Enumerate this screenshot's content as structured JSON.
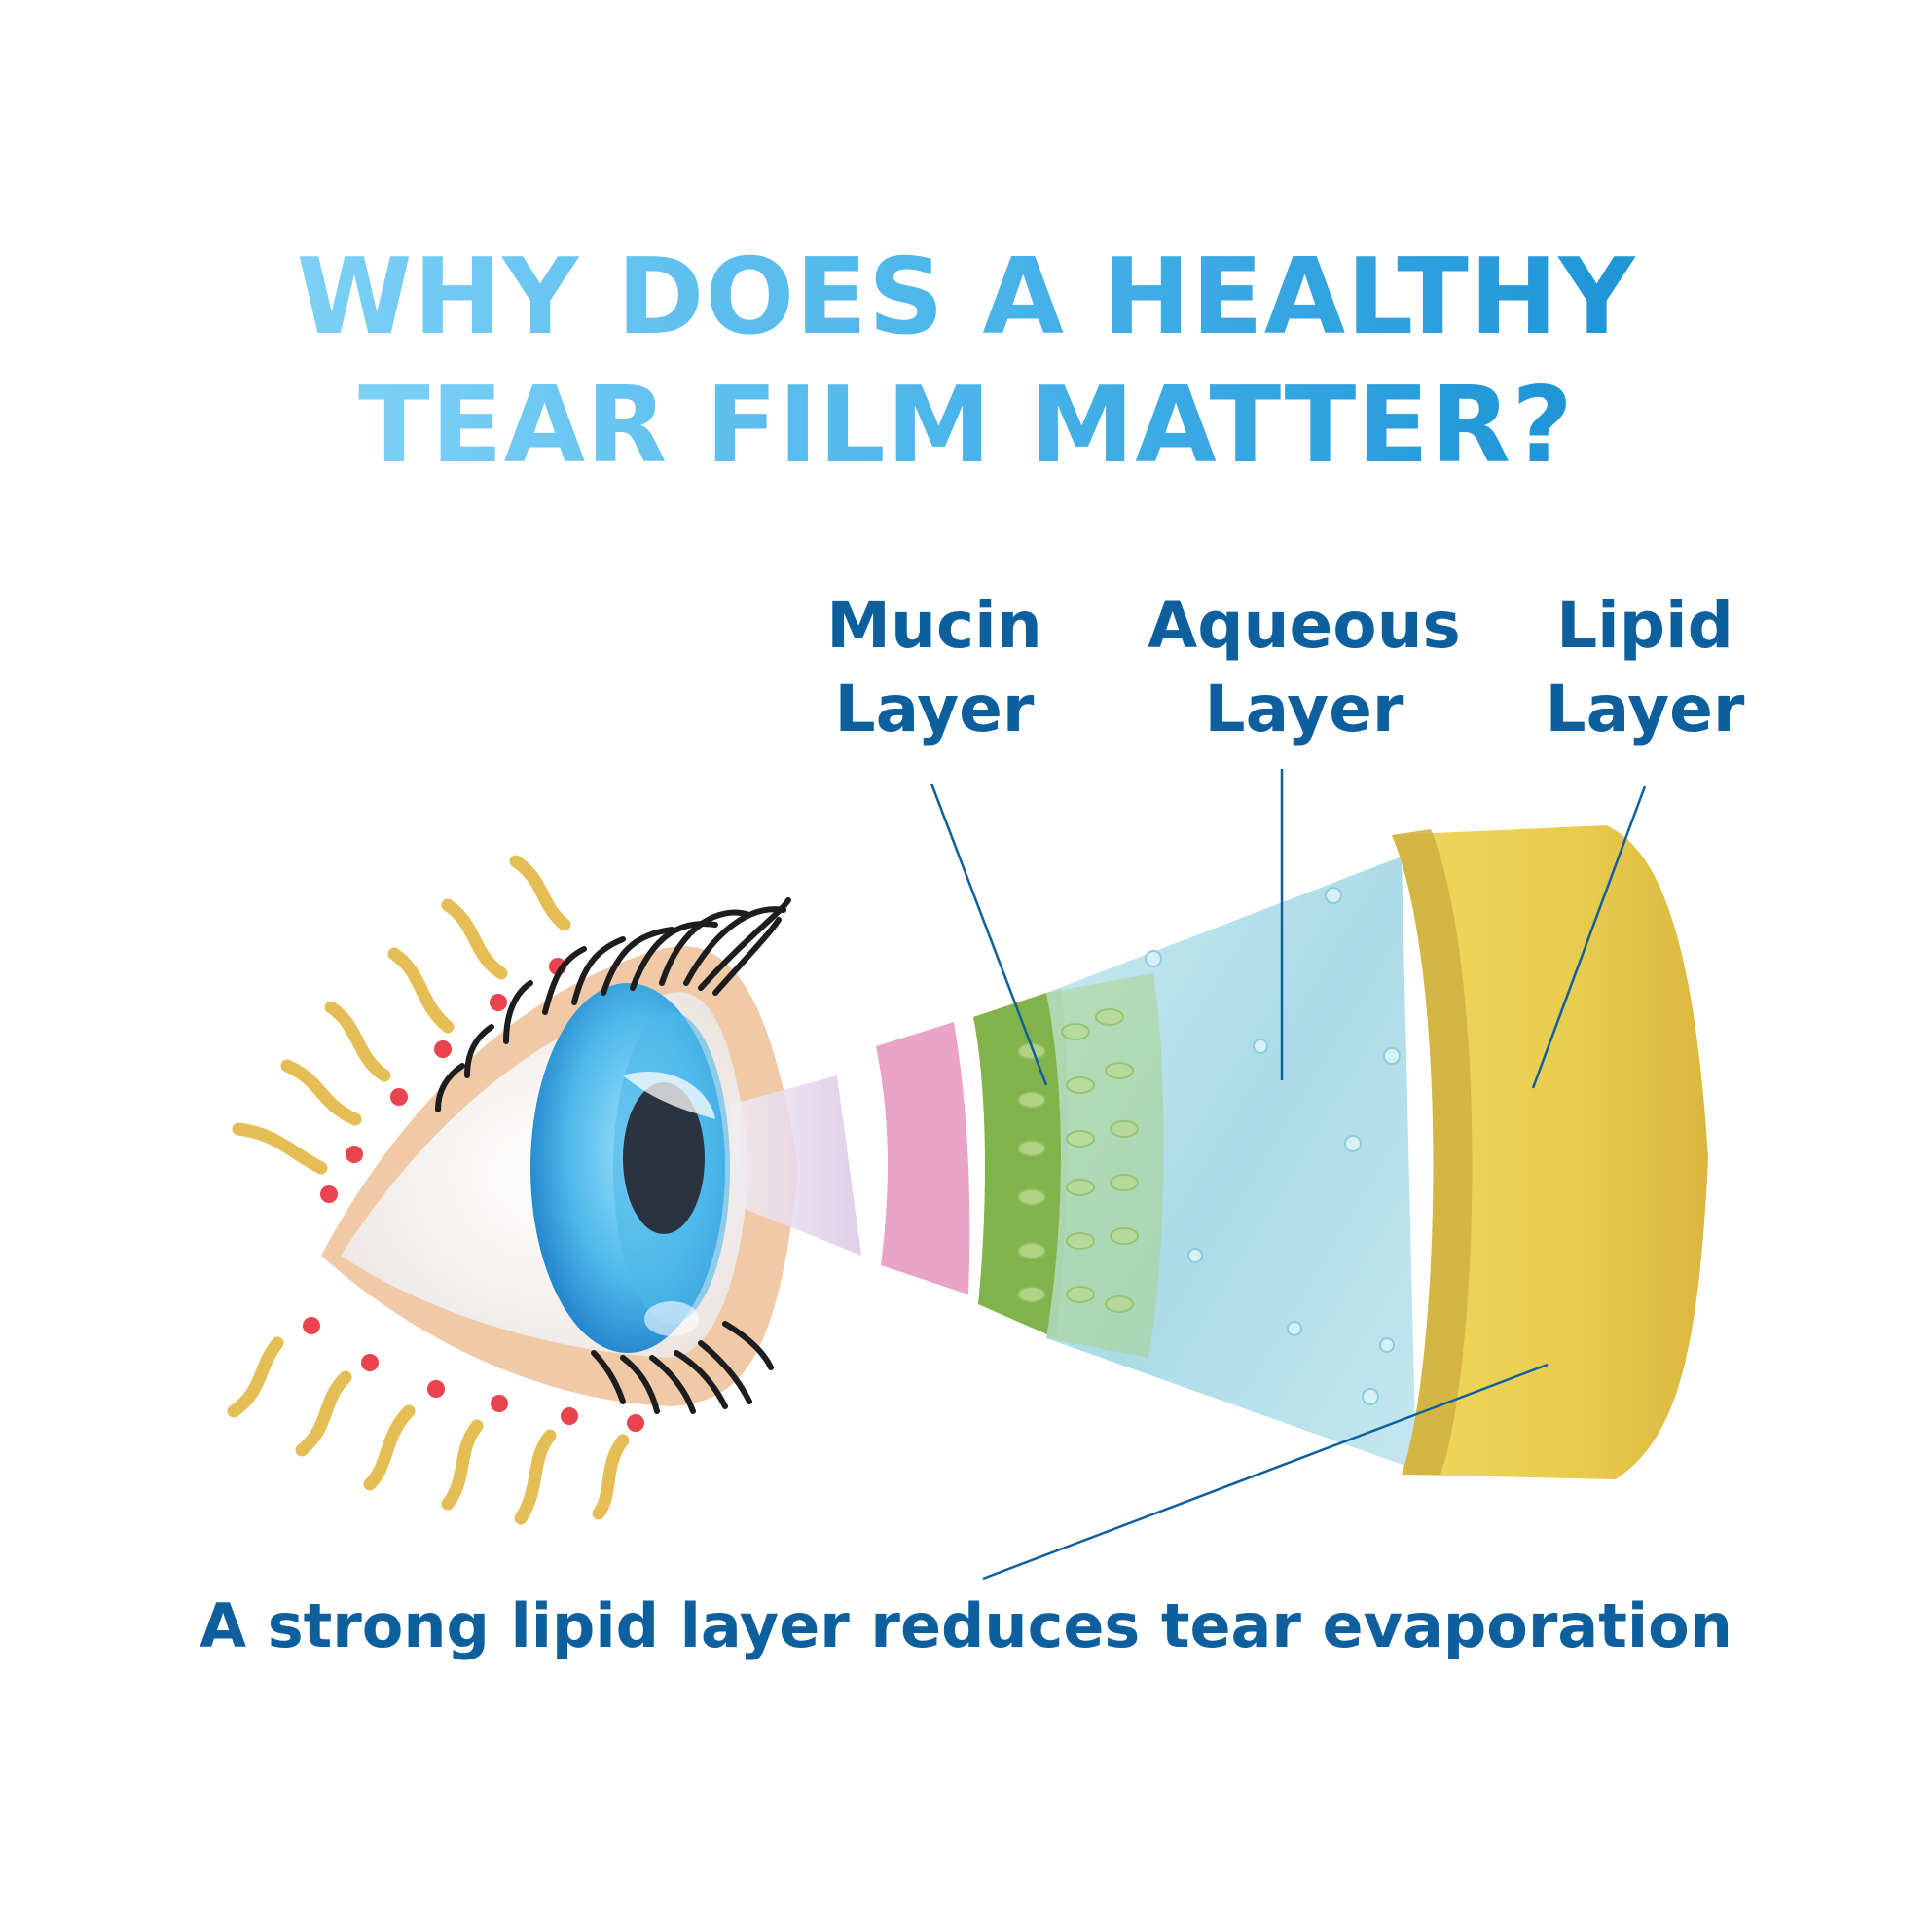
{
  "title": {
    "line1": "WHY DOES A HEALTHY",
    "line2": "TEAR FILM MATTER?"
  },
  "labels": {
    "mucin": {
      "line1": "Mucin",
      "line2": "Layer"
    },
    "aqueous": {
      "line1": "Aqueous",
      "line2": "Layer"
    },
    "lipid": {
      "line1": "Lipid",
      "line2": "Layer"
    }
  },
  "footer": "A strong lipid layer reduces tear evaporation",
  "colors": {
    "title_light": "#7dd0f5",
    "title_dark": "#1f95d6",
    "label_text": "#0d5f9e",
    "mucin_pink": "#e8a3c6",
    "mucin_green": "#82b24a",
    "aqueous_blue": "#a9dbe7",
    "lipid_yellow": "#e3c74a",
    "iris_blue": "#4cb8ea",
    "heat_wave": "#e5bd55",
    "red_dot": "#e8434e"
  }
}
